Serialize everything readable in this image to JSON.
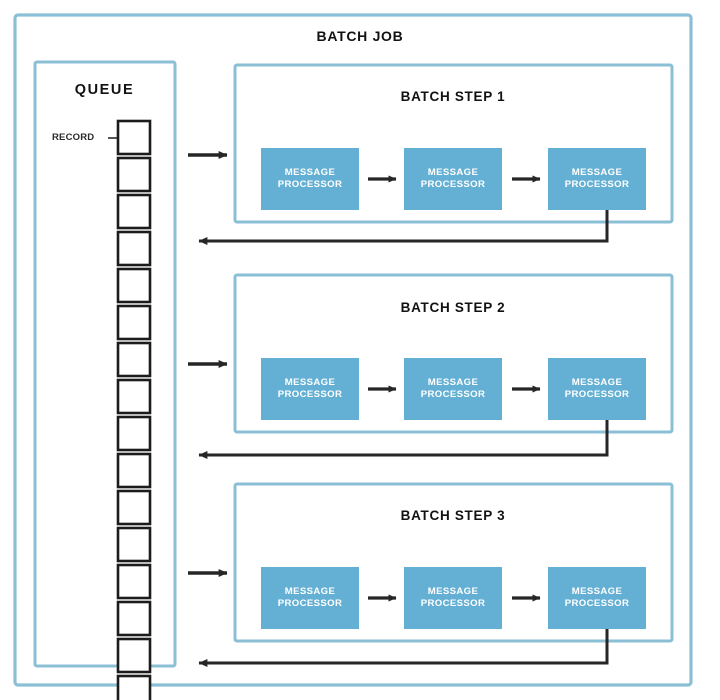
{
  "diagram": {
    "title": "BATCH JOB",
    "colors": {
      "container_border": "#8bbfd6",
      "processor_fill": "#64b0d4",
      "processor_text": "#ffffff",
      "arrow": "#262626",
      "record_border": "#1c1c1c",
      "background": "#ffffff",
      "label_text": "#121212"
    },
    "queue": {
      "title": "QUEUE",
      "record_label": "RECORD",
      "record_count": 16,
      "records": [
        {
          "index": 1
        },
        {
          "index": 2
        },
        {
          "index": 3
        },
        {
          "index": 4
        },
        {
          "index": 5
        },
        {
          "index": 6
        },
        {
          "index": 7
        },
        {
          "index": 8
        },
        {
          "index": 9
        },
        {
          "index": 10
        },
        {
          "index": 11
        },
        {
          "index": 12
        },
        {
          "index": 13
        },
        {
          "index": 14
        },
        {
          "index": 15
        },
        {
          "index": 16
        }
      ]
    },
    "steps": [
      {
        "title": "BATCH STEP 1",
        "processors": [
          {
            "line1": "MESSAGE",
            "line2": "PROCESSOR"
          },
          {
            "line1": "MESSAGE",
            "line2": "PROCESSOR"
          },
          {
            "line1": "MESSAGE",
            "line2": "PROCESSOR"
          }
        ]
      },
      {
        "title": "BATCH STEP 2",
        "processors": [
          {
            "line1": "MESSAGE",
            "line2": "PROCESSOR"
          },
          {
            "line1": "MESSAGE",
            "line2": "PROCESSOR"
          },
          {
            "line1": "MESSAGE",
            "line2": "PROCESSOR"
          }
        ]
      },
      {
        "title": "BATCH STEP 3",
        "processors": [
          {
            "line1": "MESSAGE",
            "line2": "PROCESSOR"
          },
          {
            "line1": "MESSAGE",
            "line2": "PROCESSOR"
          },
          {
            "line1": "MESSAGE",
            "line2": "PROCESSOR"
          }
        ]
      }
    ]
  }
}
